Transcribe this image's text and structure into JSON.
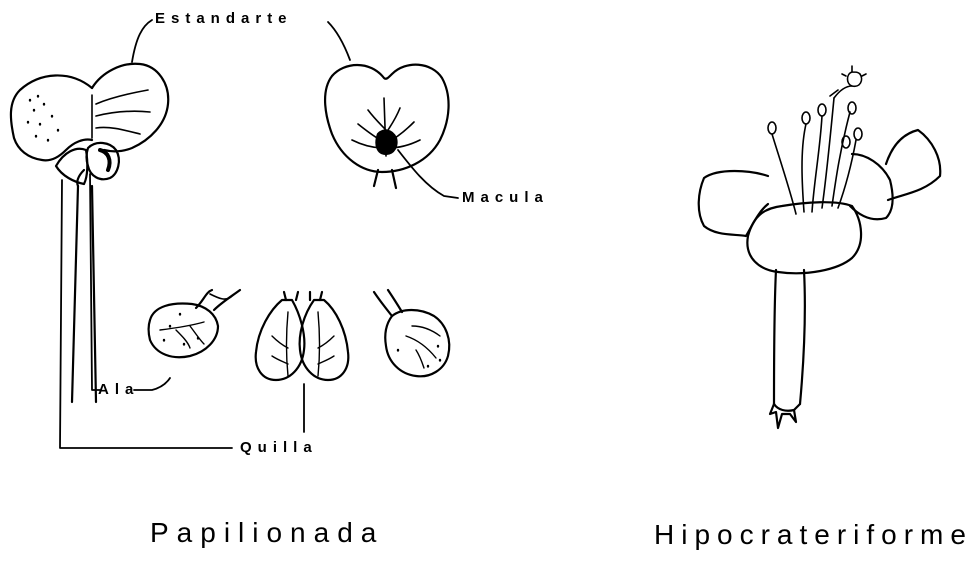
{
  "labels": {
    "estandarte": "Estandarte",
    "macula": "Macula",
    "ala": "Ala",
    "quilla": "Quilla"
  },
  "captions": {
    "papilionada": "Papilionada",
    "hipocrateriforme": "Hipocrateriforme"
  }
}
